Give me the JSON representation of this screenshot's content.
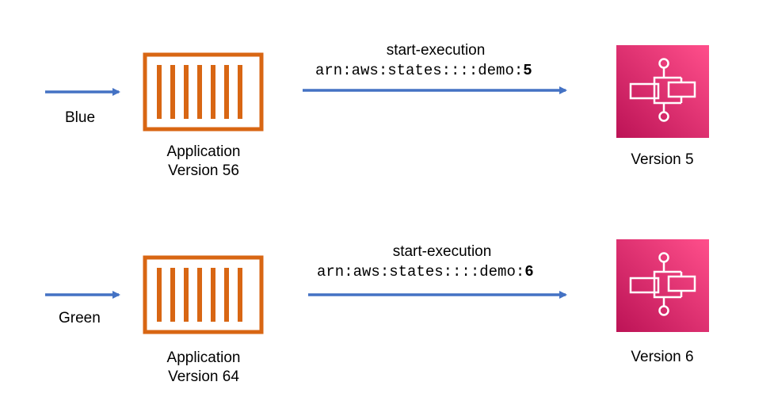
{
  "diagram": {
    "rows": [
      {
        "input_label": "Blue",
        "app_label_line1": "Application",
        "app_label_line2": "Version 56",
        "call_label": "start-execution",
        "arn_prefix": "arn:aws:states::::demo:",
        "arn_version": "5",
        "target_label": "Version 5"
      },
      {
        "input_label": "Green",
        "app_label_line1": "Application",
        "app_label_line2": "Version 64",
        "call_label": "start-execution",
        "arn_prefix": "arn:aws:states::::demo:",
        "arn_version": "6",
        "target_label": "Version 6"
      }
    ],
    "icons": {
      "application": "container-icon",
      "target": "step-functions-state-machine-icon"
    },
    "colors": {
      "arrow": "#4472C4",
      "container": "#D86613",
      "state_machine_top": "#FF4F8B",
      "state_machine_bottom": "#BC1356"
    }
  }
}
